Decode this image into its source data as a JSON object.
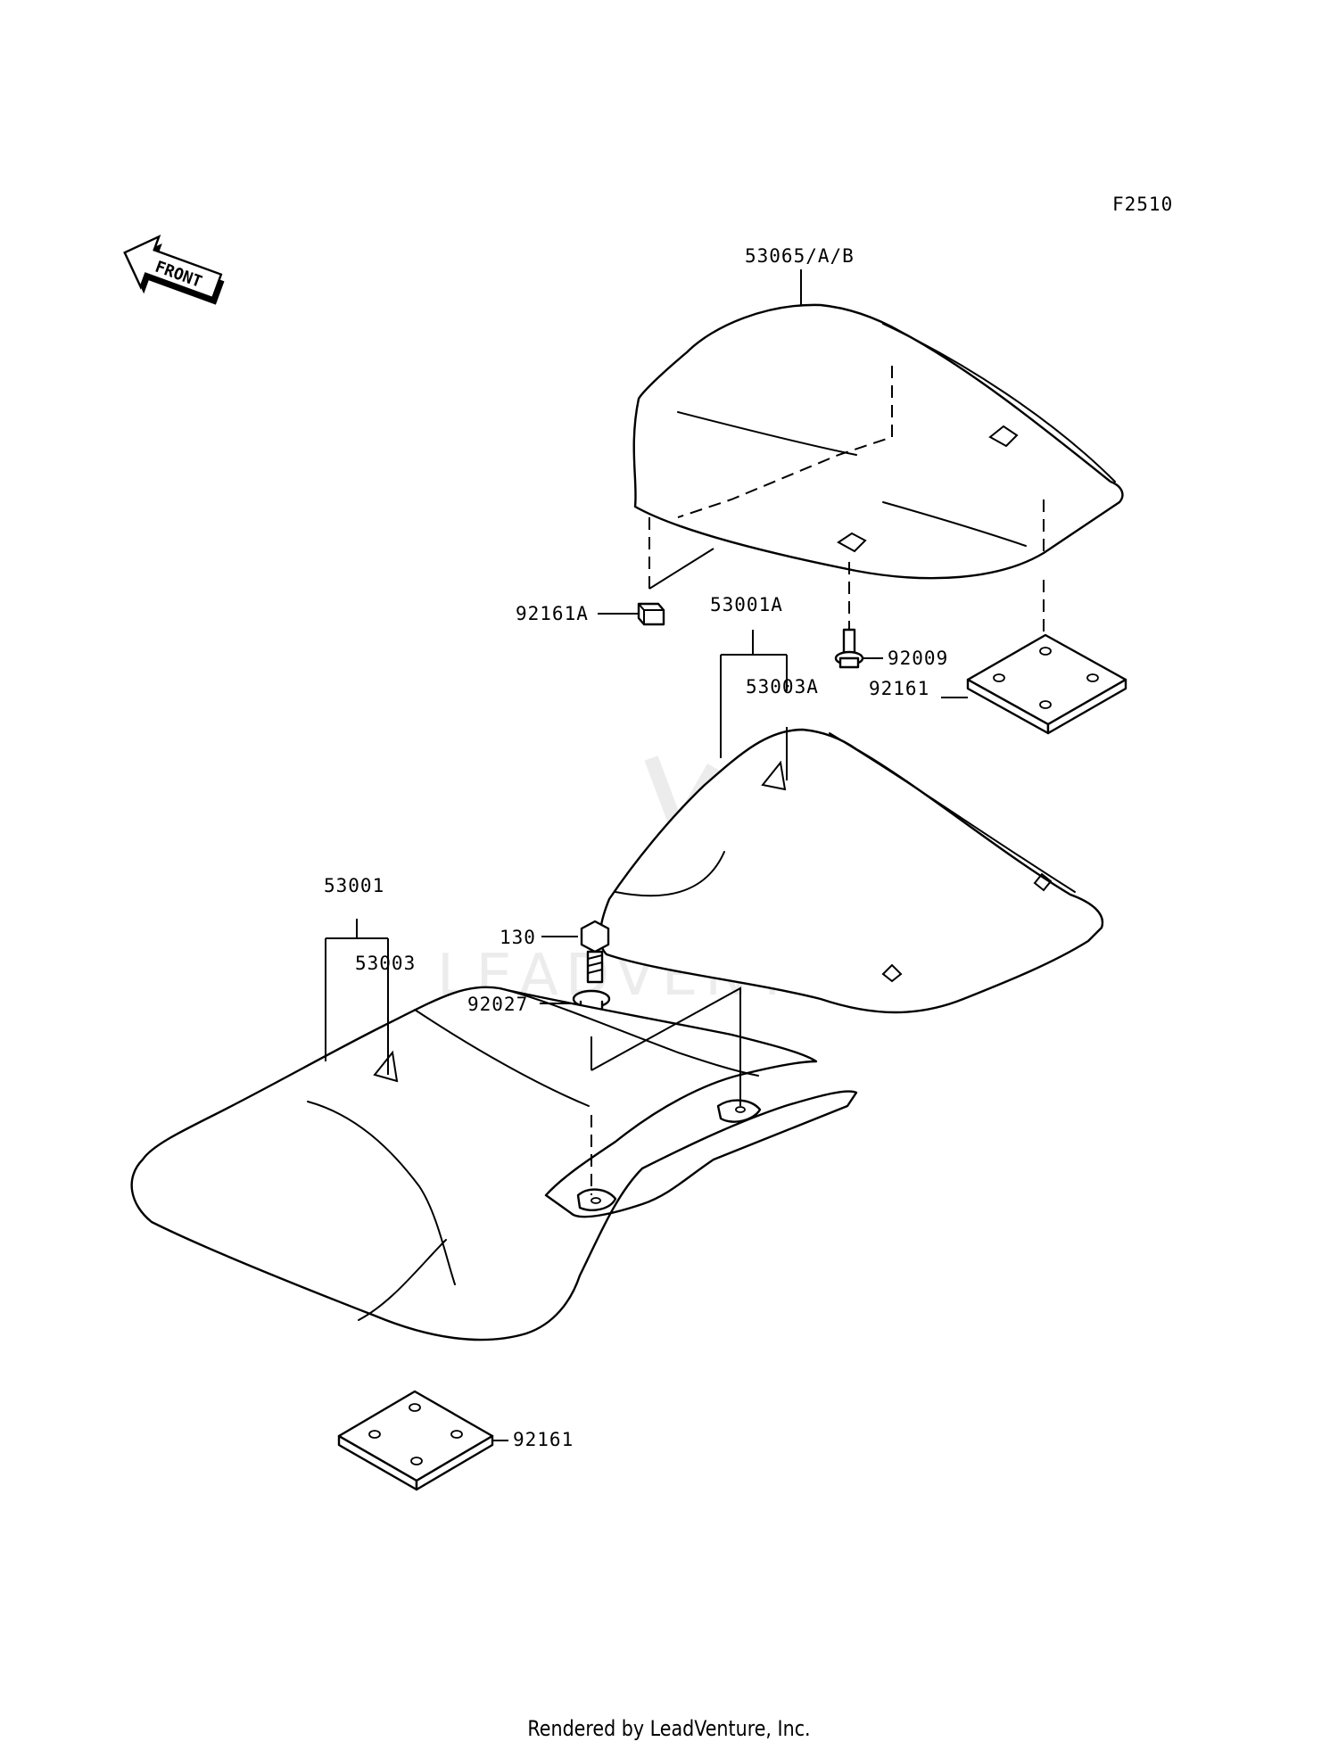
{
  "figure_code": "F2510",
  "front_marker": "FRONT",
  "footer_text": "Rendered by LeadVenture, Inc.",
  "watermark": "LEADVENTURE",
  "callouts": {
    "seat_cover": "53065/A/B",
    "rubber_block": "92161A",
    "seat_assy_rear": "53001A",
    "bolt_rear": "92009",
    "pan_rear": "53003A",
    "damper_rear": "92161",
    "seat_assy_front": "53001",
    "bolt_front": "130",
    "pan_front": "53003",
    "collar": "92027",
    "damper_front": "92161"
  }
}
